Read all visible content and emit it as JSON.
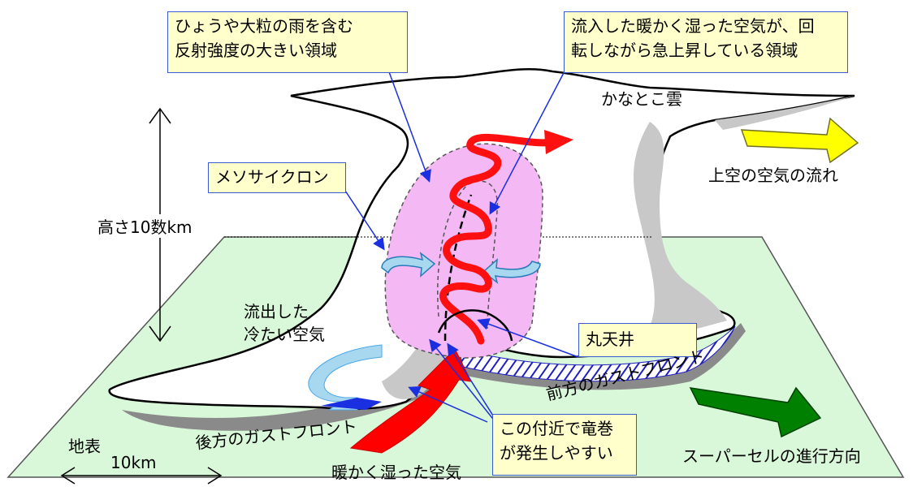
{
  "callouts": {
    "reflectivity": [
      "ひょうや大粒の雨を含む",
      "反射強度の大きい領域"
    ],
    "updraft": [
      "流入した暖かく湿った空気が、回",
      "転しながら急上昇している領域"
    ],
    "mesocyclone": "メソサイクロン",
    "dome": "丸天井",
    "tornado": [
      "この付近で竜巻",
      "が発生しやすい"
    ]
  },
  "labels": {
    "anvil": "かなとこ雲",
    "upper_flow": "上空の空気の流れ",
    "height": "高さ10数km",
    "outflow": [
      "流出した",
      "冷たい空気"
    ],
    "front_gust": "前方のガストフロント",
    "rear_gust": "後方のガストフロント",
    "surface": "地表",
    "distance": "10km",
    "warm_air": "暖かく湿った空気",
    "motion": "スーパーセルの進行方向"
  },
  "colors": {
    "ground": "#d9f7d9",
    "callout_bg": "#ffffcc",
    "callout_border": "#3a5bd0",
    "updraft_spiral": "#ff1010",
    "reflectivity_region": "#f4b8f4",
    "mesocyclone_arrow": "#4aa6e8",
    "upper_flow_arrow": "#ffff00",
    "motion_arrow": "#008000",
    "warm_air_arrow": "#ff0000",
    "gust_front_hatch": "#2020c0",
    "cloud_shadow": "#c8c8c8"
  }
}
